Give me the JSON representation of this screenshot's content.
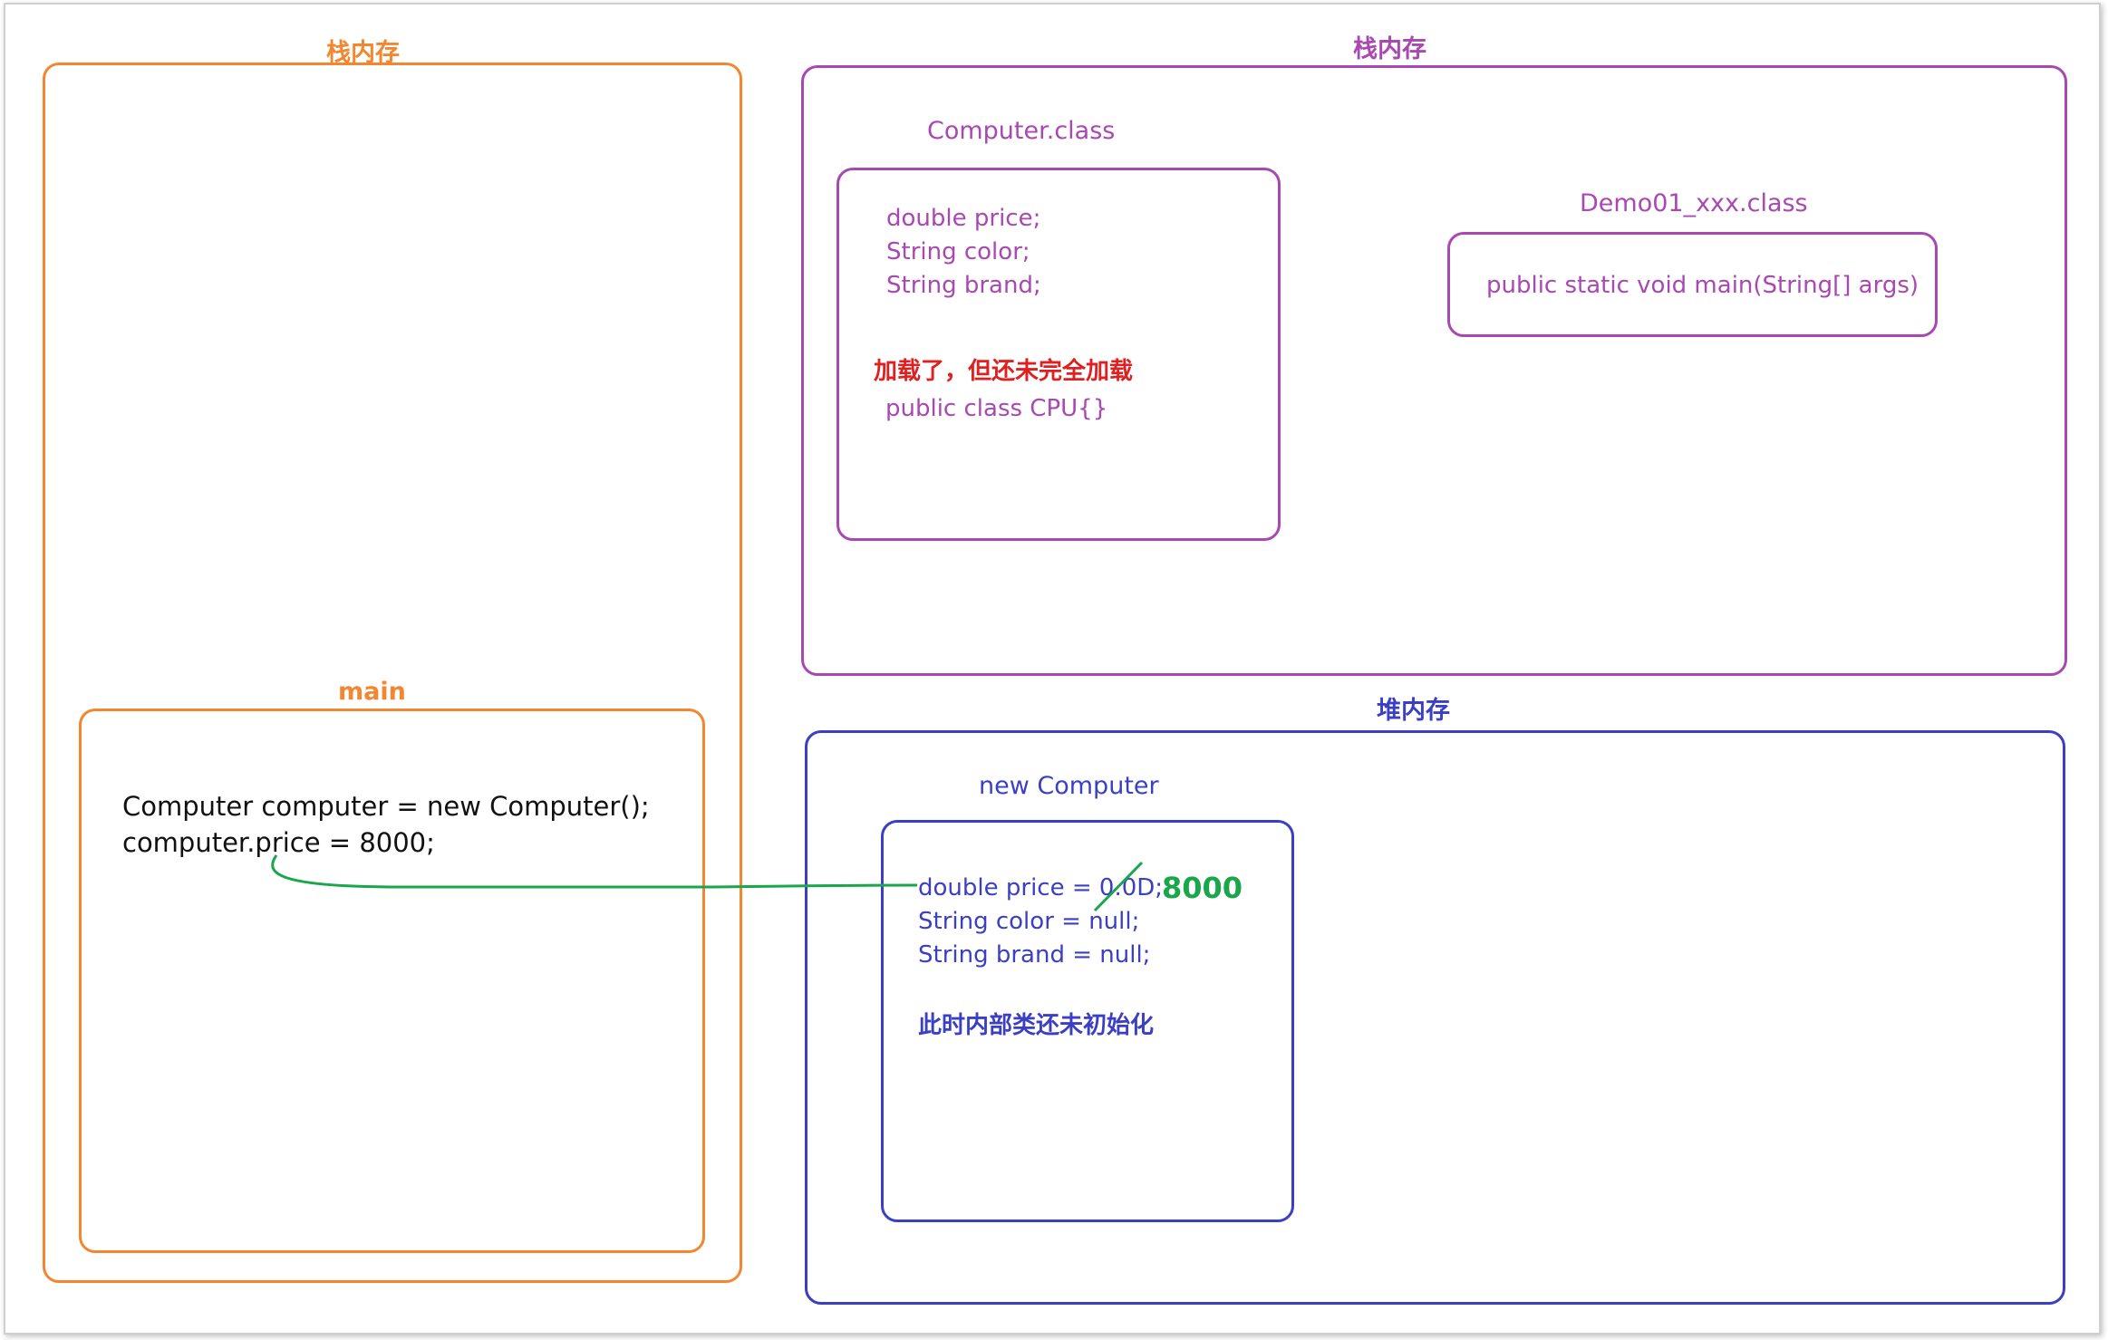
{
  "stack_left": {
    "title": "栈内存",
    "main_frame": {
      "title": "main",
      "code_lines": [
        "Computer computer = new Computer();",
        "computer.price = 8000;"
      ]
    }
  },
  "method_area": {
    "title": "栈内存",
    "computer_class": {
      "title": "Computer.class",
      "fields": [
        "double price;",
        "String color;",
        "String brand;"
      ],
      "note": "加载了，但还未完全加载",
      "inner_class": "public class CPU{}"
    },
    "demo_class": {
      "title": "Demo01_xxx.class",
      "method": "public static void main(String[] args)"
    }
  },
  "heap": {
    "title": "堆内存",
    "object": {
      "title": "new Computer",
      "fields": [
        "double price = 0.0D;",
        "String color = null;",
        "String brand = null;"
      ],
      "new_value": "8000",
      "note": "此时内部类还未初始化"
    }
  },
  "colors": {
    "stack": "#f3862f",
    "method_area": "#a948b2",
    "heap": "#3b3fc3",
    "arrow": "#1aa64a",
    "note": "#e02020"
  }
}
